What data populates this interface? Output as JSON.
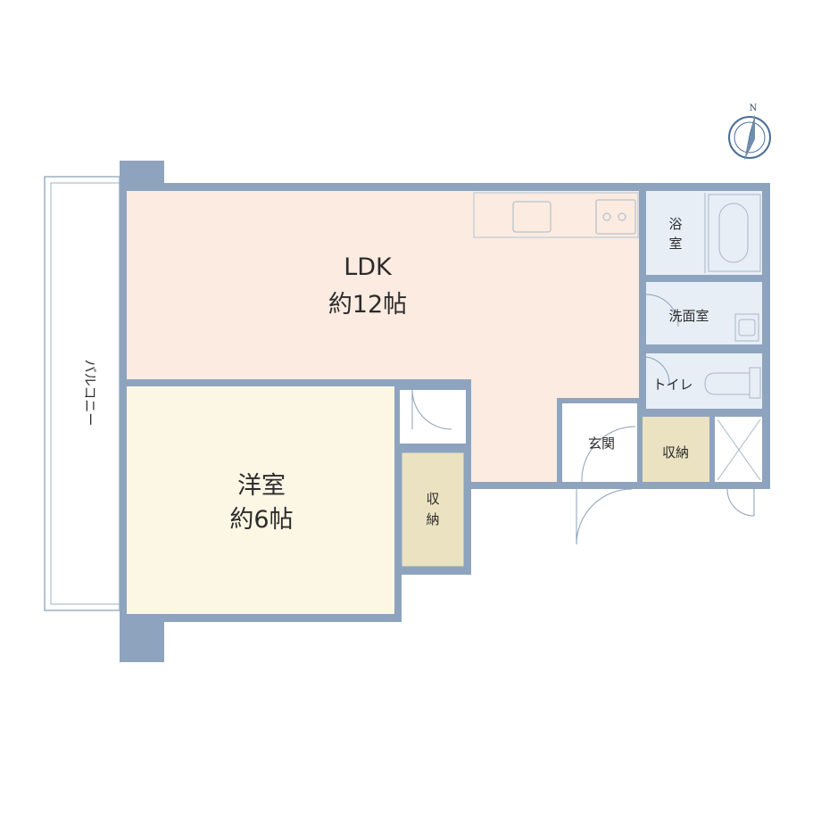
{
  "rooms": {
    "ldk": {
      "name": "LDK",
      "size": "約12帖"
    },
    "western": {
      "name": "洋室",
      "size": "約6帖"
    },
    "storage_west": {
      "chars": [
        "収",
        "納"
      ]
    },
    "bath": {
      "chars": [
        "浴",
        "室"
      ]
    },
    "washroom": {
      "label": "洗面室"
    },
    "toilet": {
      "label": "トイレ"
    },
    "entrance": {
      "label": "玄関"
    },
    "storage_entrance": {
      "label": "収納"
    }
  },
  "balcony": {
    "label": "バルコニー"
  },
  "compass": {
    "north_label": "N"
  },
  "colors": {
    "wall": "#8ea4be",
    "ldk": "#fbebe0",
    "western": "#fcf7e5",
    "storage": "#ebe2c1",
    "wet_area": "#e8eef6"
  }
}
